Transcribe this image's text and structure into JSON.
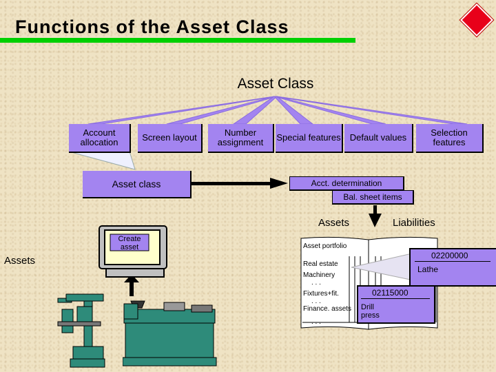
{
  "header": {
    "title": "Functions of the Asset Class"
  },
  "diagram": {
    "root_label": "Asset Class",
    "features": [
      {
        "id": "account",
        "label": "Account allocation"
      },
      {
        "id": "screen",
        "label": "Screen layout"
      },
      {
        "id": "number",
        "label": "Number assignment"
      },
      {
        "id": "special",
        "label": "Special features"
      },
      {
        "id": "default",
        "label": "Default values"
      },
      {
        "id": "selection",
        "label": "Selection features"
      }
    ],
    "asset_class_box": "Asset class",
    "acct_determination": "Acct. determination",
    "bal_sheet_items": "Bal. sheet items",
    "assets_label": "Assets",
    "liabilities_label": "Liabilities",
    "create_asset": "Create asset",
    "left_assets_label": "Assets",
    "portfolio": {
      "title": "Asset portfolio",
      "items": [
        "Real estate",
        "Machinery",
        ". . .",
        "Fixtures+fit.",
        ". . .",
        "Finance. assets",
        ". . ."
      ]
    },
    "lathe_box": {
      "number": "02200000",
      "name": "Lathe"
    },
    "drill_box": {
      "number": "02115000",
      "name": "Drill press"
    }
  },
  "colors": {
    "background": "#efe3c4",
    "accent_green": "#00d000",
    "purple": "#a384f0",
    "diamond_red": "#e8001a"
  },
  "icons": [
    "red-diamond-icon",
    "computer-terminal-icon",
    "machine-tool-icon",
    "lathe-icon",
    "arrow-right-icon",
    "arrow-down-icon",
    "arrow-up-icon"
  ]
}
